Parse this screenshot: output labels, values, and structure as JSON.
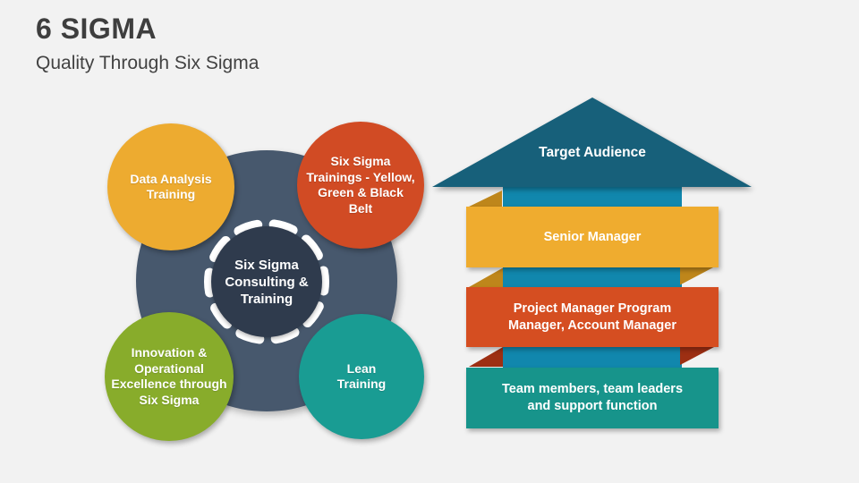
{
  "slide": {
    "title": "6 SIGMA",
    "subtitle": "Quality Through Six Sigma"
  },
  "colors": {
    "background": "#f2f2f2",
    "title_text": "#3e3e3e",
    "hub_background_circle": "#47586d",
    "hub_center_circle": "#2f3b4d",
    "ring": "#ffffff",
    "arrow_head": "#17607a",
    "arrow_shaft": "#1187ad"
  },
  "hub": {
    "center_label": "Six Sigma\nConsulting &\nTraining",
    "satellites": [
      {
        "id": "data-analysis-training",
        "label": "Data Analysis\nTraining",
        "color": "#edab30"
      },
      {
        "id": "six-sigma-trainings",
        "label": "Six Sigma\nTrainings - Yellow,\nGreen & Black\nBelt",
        "color": "#d14b24"
      },
      {
        "id": "innovation-operational-excellence",
        "label": "Innovation &\nOperational\nExcellence through\nSix Sigma",
        "color": "#88ac2b"
      },
      {
        "id": "lean-training",
        "label": "Lean\nTraining",
        "color": "#199c93"
      }
    ]
  },
  "arrow": {
    "title": "Target Audience",
    "banners": [
      {
        "id": "senior-manager",
        "label": "Senior Manager",
        "color": "#efac2f",
        "fold_color": "#be861b"
      },
      {
        "id": "project-program-account-manager",
        "label": "Project Manager Program\nManager, Account Manager",
        "color": "#d54e21",
        "fold_color": "#9d2f13"
      },
      {
        "id": "team-members",
        "label": "Team members, team leaders\nand support function",
        "color": "#17948b"
      }
    ]
  }
}
